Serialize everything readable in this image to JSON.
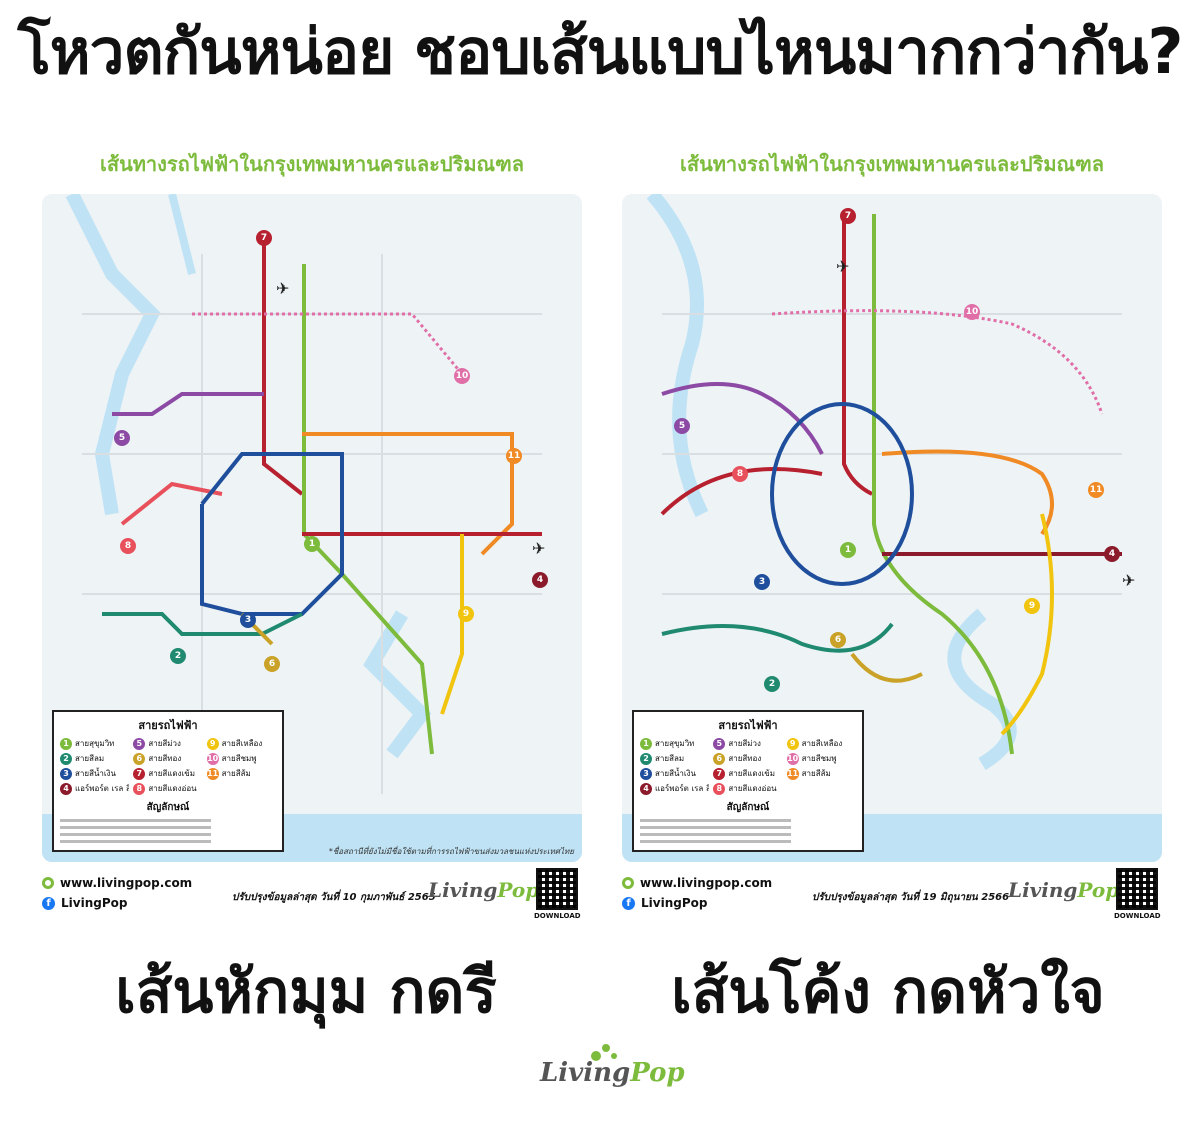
{
  "headline": "โหวตกันหน่อย ชอบเส้นแบบไหนมากกว่ากัน?",
  "panels": {
    "left": {
      "map_title": "เส้นทางรถไฟฟ้าในกรุงเทพมหานครและปริมณฑล",
      "legend_title": "สายรถไฟฟ้า",
      "symbols_title": "สัญลักษณ์",
      "website": "www.livingpop.com",
      "facebook": "LivingPop",
      "updated": "ปรับปรุงข้อมูลล่าสุด วันที่ 10 กุมภาพันธ์ 2565",
      "note": "*ชื่อสถานีที่ยังไม่มีชื่อใช้ตามที่การรถไฟฟ้าขนส่งมวลชนแห่งประเทศไทย",
      "download": "DOWNLOAD"
    },
    "right": {
      "map_title": "เส้นทางรถไฟฟ้าในกรุงเทพมหานครและปริมณฑล",
      "legend_title": "สายรถไฟฟ้า",
      "symbols_title": "สัญลักษณ์",
      "website": "www.livingpop.com",
      "facebook": "LivingPop",
      "updated": "ปรับปรุงข้อมูลล่าสุด วันที่ 19 มิถุนายน 2566",
      "download": "DOWNLOAD"
    }
  },
  "legend_lines": [
    {
      "num": "1",
      "label": "สายสุขุมวิท",
      "color": "#7dbb3c"
    },
    {
      "num": "5",
      "label": "สายสีม่วง",
      "color": "#8c4aa5"
    },
    {
      "num": "9",
      "label": "สายสีเหลือง",
      "color": "#f1c40f"
    },
    {
      "num": "2",
      "label": "สายสีลม",
      "color": "#1f8a70"
    },
    {
      "num": "6",
      "label": "สายสีทอง",
      "color": "#c9a227"
    },
    {
      "num": "10",
      "label": "สายสีชมพู",
      "color": "#e06fa8"
    },
    {
      "num": "3",
      "label": "สายสีน้ำเงิน",
      "color": "#1f4f9c"
    },
    {
      "num": "7",
      "label": "สายสีแดงเข้ม",
      "color": "#b7202e"
    },
    {
      "num": "11",
      "label": "สายสีส้ม",
      "color": "#f08a24"
    },
    {
      "num": "4",
      "label": "แอร์พอร์ต เรล ลิงก์",
      "color": "#8b1a2b"
    },
    {
      "num": "8",
      "label": "สายสีแดงอ่อน",
      "color": "#e8505b"
    }
  ],
  "line_badges_left": [
    "7",
    "10",
    "5",
    "11",
    "1",
    "8",
    "3",
    "4",
    "9",
    "2",
    "6"
  ],
  "line_badges_right": [
    "7",
    "10",
    "5",
    "11",
    "8",
    "4",
    "3",
    "1",
    "9",
    "2",
    "6"
  ],
  "caption_left": "เส้นหักมุม กดรี",
  "caption_right": "เส้นโค้ง กดหัวใจ",
  "brand": {
    "living": "Living",
    "pop": "Pop"
  },
  "colors": {
    "green": "#7dbb3c",
    "water": "#bfe3f5",
    "map_bg": "#eef3f6"
  }
}
